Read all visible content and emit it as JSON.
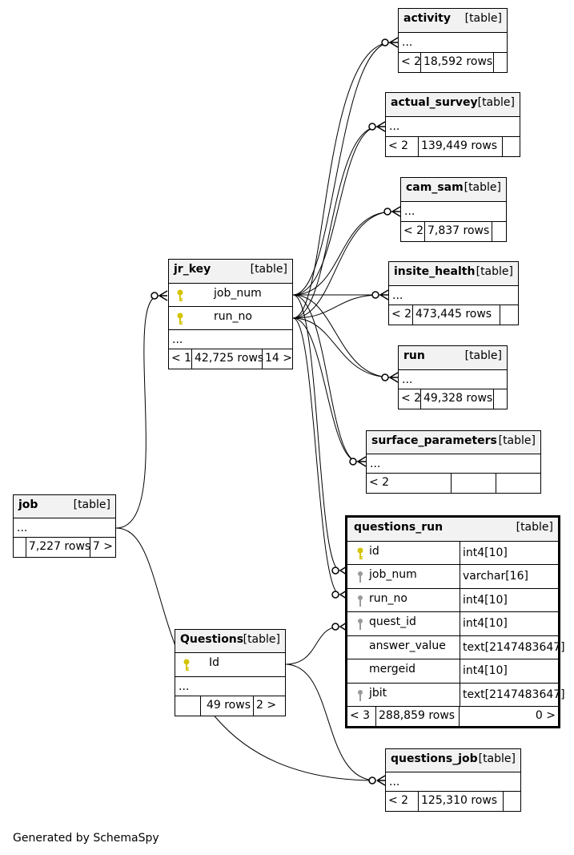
{
  "footer_text": "Generated by SchemaSpy",
  "tables": {
    "activity": {
      "name": "activity",
      "type": "[table]",
      "placeholder": "...",
      "parents": "< 2",
      "rows": "18,592 rows",
      "children": ""
    },
    "actual_survey": {
      "name": "actual_survey",
      "type": "[table]",
      "placeholder": "...",
      "parents": "< 2",
      "rows": "139,449 rows",
      "children": ""
    },
    "cam_sam": {
      "name": "cam_sam",
      "type": "[table]",
      "placeholder": "...",
      "parents": "< 2",
      "rows": "7,837 rows",
      "children": ""
    },
    "insite_health": {
      "name": "insite_health",
      "type": "[table]",
      "placeholder": "...",
      "parents": "< 2",
      "rows": "473,445 rows",
      "children": ""
    },
    "run": {
      "name": "run",
      "type": "[table]",
      "placeholder": "...",
      "parents": "< 2",
      "rows": "49,328 rows",
      "children": ""
    },
    "surface_parameters": {
      "name": "surface_parameters",
      "type": "[table]",
      "placeholder": "...",
      "parents": "< 2",
      "rows": "",
      "children": ""
    },
    "jr_key": {
      "name": "jr_key",
      "type": "[table]",
      "placeholder": "...",
      "columns": [
        {
          "name": "job_num",
          "key": "primary"
        },
        {
          "name": "run_no",
          "key": "primary"
        }
      ],
      "parents": "< 1",
      "rows": "42,725 rows",
      "children": "14 >"
    },
    "job": {
      "name": "job",
      "type": "[table]",
      "placeholder": "...",
      "parents": "",
      "rows": "7,227 rows",
      "children": "7 >"
    },
    "questions_run": {
      "name": "questions_run",
      "type": "[table]",
      "columns": [
        {
          "name": "id",
          "type": "int4[10]",
          "key": "primary"
        },
        {
          "name": "job_num",
          "type": "varchar[16]",
          "key": "foreign"
        },
        {
          "name": "run_no",
          "type": "int4[10]",
          "key": "foreign"
        },
        {
          "name": "quest_id",
          "type": "int4[10]",
          "key": "foreign"
        },
        {
          "name": "answer_value",
          "type": "text[2147483647]",
          "key": "none"
        },
        {
          "name": "mergeid",
          "type": "int4[10]",
          "key": "none"
        },
        {
          "name": "jbit",
          "type": "text[2147483647]",
          "key": "foreign"
        }
      ],
      "parents": "< 3",
      "rows": "288,859 rows",
      "children": "0 >"
    },
    "Questions": {
      "name": "Questions",
      "type": "[table]",
      "placeholder": "...",
      "columns": [
        {
          "name": "Id",
          "key": "primary"
        }
      ],
      "parents": "",
      "rows": "49 rows",
      "children": "2 >"
    },
    "questions_job": {
      "name": "questions_job",
      "type": "[table]",
      "placeholder": "...",
      "parents": "< 2",
      "rows": "125,310 rows",
      "children": ""
    }
  },
  "colors": {
    "primary_key": "#d4c400",
    "foreign_key": "#9a9a9a",
    "header_bg": "#f2f2f2",
    "line": "#000000"
  }
}
